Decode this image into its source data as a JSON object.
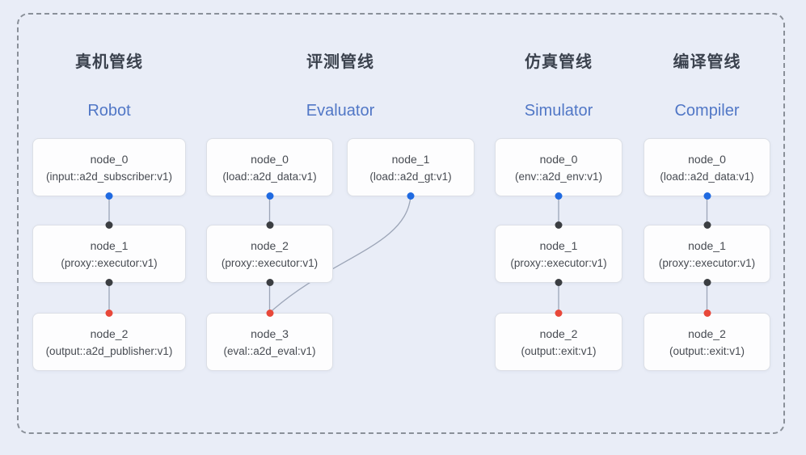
{
  "diagram": {
    "pipelines": [
      {
        "id": "robot",
        "title_zh": "真机管线",
        "title_en": "Robot",
        "nodes": [
          {
            "name": "node_0",
            "type": "(input::a2d_subscriber:v1)"
          },
          {
            "name": "node_1",
            "type": "(proxy::executor:v1)"
          },
          {
            "name": "node_2",
            "type": "(output::a2d_publisher:v1)"
          }
        ]
      },
      {
        "id": "evaluator",
        "title_zh": "评测管线",
        "title_en": "Evaluator",
        "nodes": [
          {
            "name": "node_0",
            "type": "(load::a2d_data:v1)"
          },
          {
            "name": "node_1",
            "type": "(load::a2d_gt:v1)"
          },
          {
            "name": "node_2",
            "type": "(proxy::executor:v1)"
          },
          {
            "name": "node_3",
            "type": "(eval::a2d_eval:v1)"
          }
        ]
      },
      {
        "id": "simulator",
        "title_zh": "仿真管线",
        "title_en": "Simulator",
        "nodes": [
          {
            "name": "node_0",
            "type": "(env::a2d_env:v1)"
          },
          {
            "name": "node_1",
            "type": "(proxy::executor:v1)"
          },
          {
            "name": "node_2",
            "type": "(output::exit:v1)"
          }
        ]
      },
      {
        "id": "compiler",
        "title_zh": "编译管线",
        "title_en": "Compiler",
        "nodes": [
          {
            "name": "node_0",
            "type": "(load::a2d_data:v1)"
          },
          {
            "name": "node_1",
            "type": "(proxy::executor:v1)"
          },
          {
            "name": "node_2",
            "type": "(output::exit:v1)"
          }
        ]
      }
    ],
    "colors": {
      "background": "#e9edf7",
      "frame_dash": "#8a9099",
      "node_fill": "#fdfdfe",
      "node_border": "#dcdfe6",
      "node_text": "#474b52",
      "title_zh": "#3b424e",
      "title_en": "#5177c6",
      "edge": "#9ca5b7",
      "port_output": "#1f6ae1",
      "port_proxy": "#3b3e42",
      "port_input": "#e8483a"
    }
  }
}
